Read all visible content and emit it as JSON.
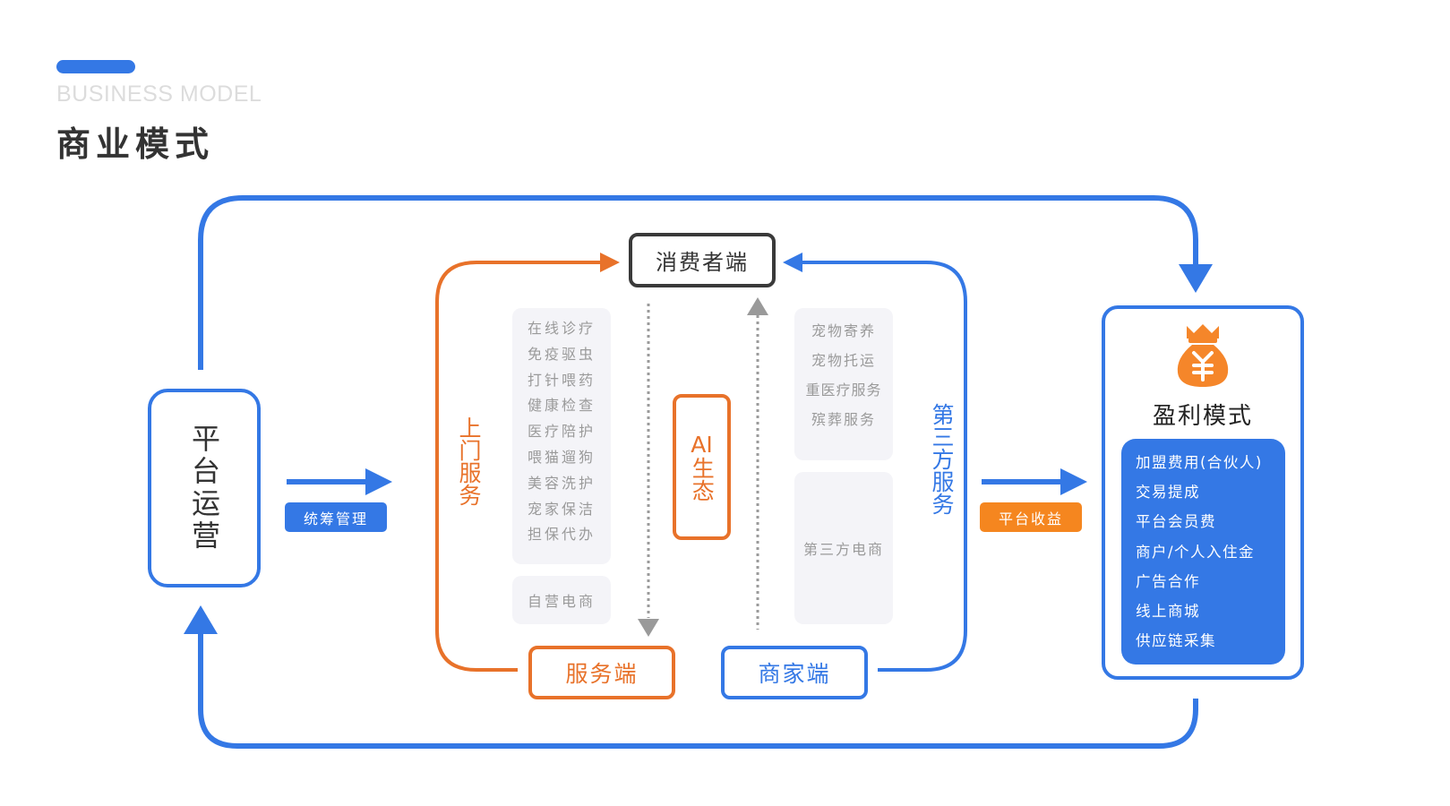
{
  "header": {
    "subtitle": "BUSINESS MODEL",
    "title": "商业模式",
    "accent_color": "#3478e5"
  },
  "colors": {
    "blue": "#3478e5",
    "orange": "#e8722a",
    "tag_orange": "#f5861f",
    "dark": "#3a3a3a",
    "grey_arrow": "#9a9a9a",
    "card_bg": "#f4f4f8"
  },
  "platform": {
    "label": "平台运营",
    "tag": "统筹管理"
  },
  "consumer": {
    "label": "消费者端"
  },
  "service": {
    "label": "服务端",
    "side_label": "上门服务",
    "items": [
      "在线诊疗",
      "免疫驱虫",
      "打针喂药",
      "健康检查",
      "医疗陪护",
      "喂猫遛狗",
      "美容洗护",
      "宠家保洁",
      "担保代办"
    ],
    "self_ecommerce": "自营电商"
  },
  "ai": {
    "label_line1": "AI",
    "label_line2": "生态"
  },
  "merchant": {
    "label": "商家端",
    "side_label": "第三方服务",
    "items": [
      "宠物寄养",
      "宠物托运",
      "重医疗服务",
      "殡葬服务"
    ],
    "third_ecommerce": "第三方电商"
  },
  "revenue": {
    "tag": "平台收益",
    "icon": "money-bag-yuan-icon",
    "title": "盈利模式",
    "items": [
      "加盟费用(合伙人)",
      "交易提成",
      "平台会员费",
      "商户/个人入住金",
      "广告合作",
      "线上商城",
      "供应链采集"
    ]
  }
}
